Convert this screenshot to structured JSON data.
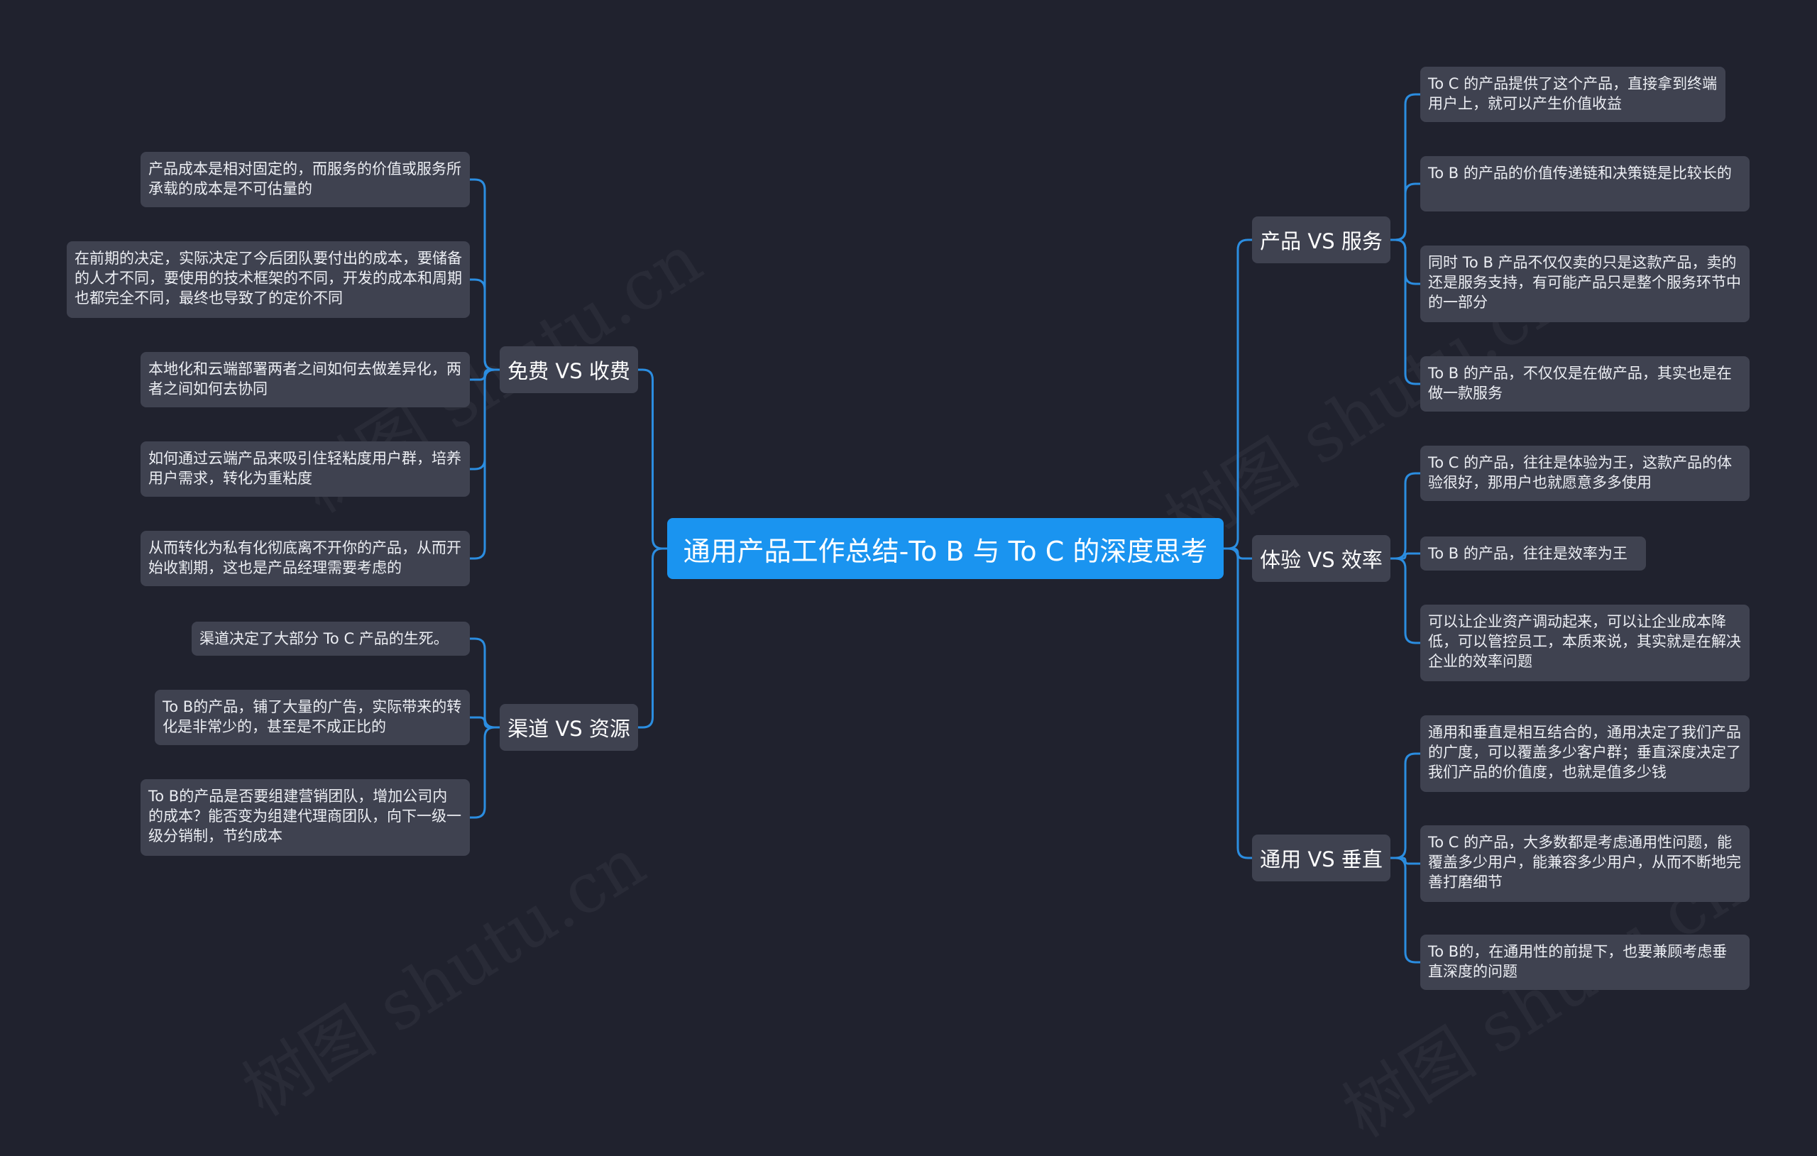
{
  "watermarks": [
    "树图 shutu.cn",
    "树图 shutu.cn",
    "树图 shutu.cn",
    "树图 shutu.cn"
  ],
  "colors": {
    "background": "#20222e",
    "root": "#1a94f0",
    "node": "#3f4250",
    "link": "#2b8de0"
  },
  "root": {
    "label": "通用产品工作总结-To B 与 To C 的深度思考"
  },
  "left_branches": [
    {
      "label": "免费 VS 收费",
      "children": [
        "产品成本是相对固定的，而服务的价值或服务所承载的成本是不可估量的",
        "在前期的决定，实际决定了今后团队要付出的成本，要储备的人才不同，要使用的技术框架的不同，开发的成本和周期也都完全不同，最终也导致了的定价不同",
        "本地化和云端部署两者之间如何去做差异化，两者之间如何去协同",
        "如何通过云端产品来吸引住轻粘度用户群，培养用户需求，转化为重粘度",
        "从而转化为私有化彻底离不开你的产品，从而开始收割期，这也是产品经理需要考虑的"
      ]
    },
    {
      "label": "渠道 VS 资源",
      "children": [
        "渠道决定了大部分 To C 产品的生死。",
        "To B的产品，铺了大量的广告，实际带来的转化是非常少的，甚至是不成正比的",
        "To B的产品是否要组建营销团队，增加公司内的成本？能否变为组建代理商团队，向下一级一级分销制，节约成本"
      ]
    }
  ],
  "right_branches": [
    {
      "label": "产品 VS 服务",
      "children": [
        "To C 的产品提供了这个产品，直接拿到终端用户上，就可以产生价值收益",
        "To B 的产品的价值传递链和决策链是比较长的",
        "同时 To B 产品不仅仅卖的只是这款产品，卖的还是服务支持，有可能产品只是整个服务环节中的一部分",
        "To B 的产品，不仅仅是在做产品，其实也是在做一款服务"
      ]
    },
    {
      "label": "体验 VS 效率",
      "children": [
        "To C 的产品，往往是体验为王，这款产品的体验很好，那用户也就愿意多多使用",
        "To B 的产品，往往是效率为王",
        "可以让企业资产调动起来，可以让企业成本降低，可以管控员工，本质来说，其实就是在解决企业的效率问题"
      ]
    },
    {
      "label": "通用 VS 垂直",
      "children": [
        "通用和垂直是相互结合的，通用决定了我们产品的广度，可以覆盖多少客户群；垂直深度决定了我们产品的价值度，也就是值多少钱",
        "To C 的产品，大多数都是考虑通用性问题，能覆盖多少用户，能兼容多少用户，从而不断地完善打磨细节",
        "To B的，在通用性的前提下，也要兼顾考虑垂直深度的问题"
      ]
    }
  ]
}
